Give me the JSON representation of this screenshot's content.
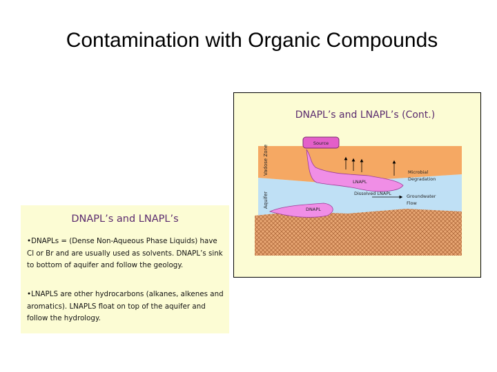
{
  "slide": {
    "title": "Contamination with Organic Compounds"
  },
  "figure": {
    "title": "DNAPL’s and LNAPL’s (Cont.)",
    "labels": {
      "source": "Source",
      "vadose_zone": "Vadose Zone",
      "aquifer": "Aquifer",
      "lnapl": "LNAPL",
      "dissolved_lnapl": "Dissolved LNAPL",
      "dnapl": "DNAPL",
      "microbial_line1": "Microbial",
      "microbial_line2": "Degradation",
      "groundwater_line1": "Groundwater",
      "groundwater_line2": "Flow"
    },
    "colors": {
      "background": "#fcfcd4",
      "vadose": "#f5a863",
      "aquifer": "#bfe0f5",
      "plume": "#f08ee6",
      "bedrock": "#d98c5a",
      "title": "#5a2a6e"
    }
  },
  "text_panel": {
    "title": "DNAPL’s and LNAPL’s",
    "bullet1": "•DNAPLs = (Dense Non-Aqueous Phase Liquids) have Cl or Br  and are usually used as solvents. DNAPL’s sink to bottom of aquifer and follow the geology.",
    "bullet2": "•LNAPLS are other hydrocarbons (alkanes, alkenes and aromatics). LNAPLS float on top of the aquifer and follow the hydrology."
  }
}
